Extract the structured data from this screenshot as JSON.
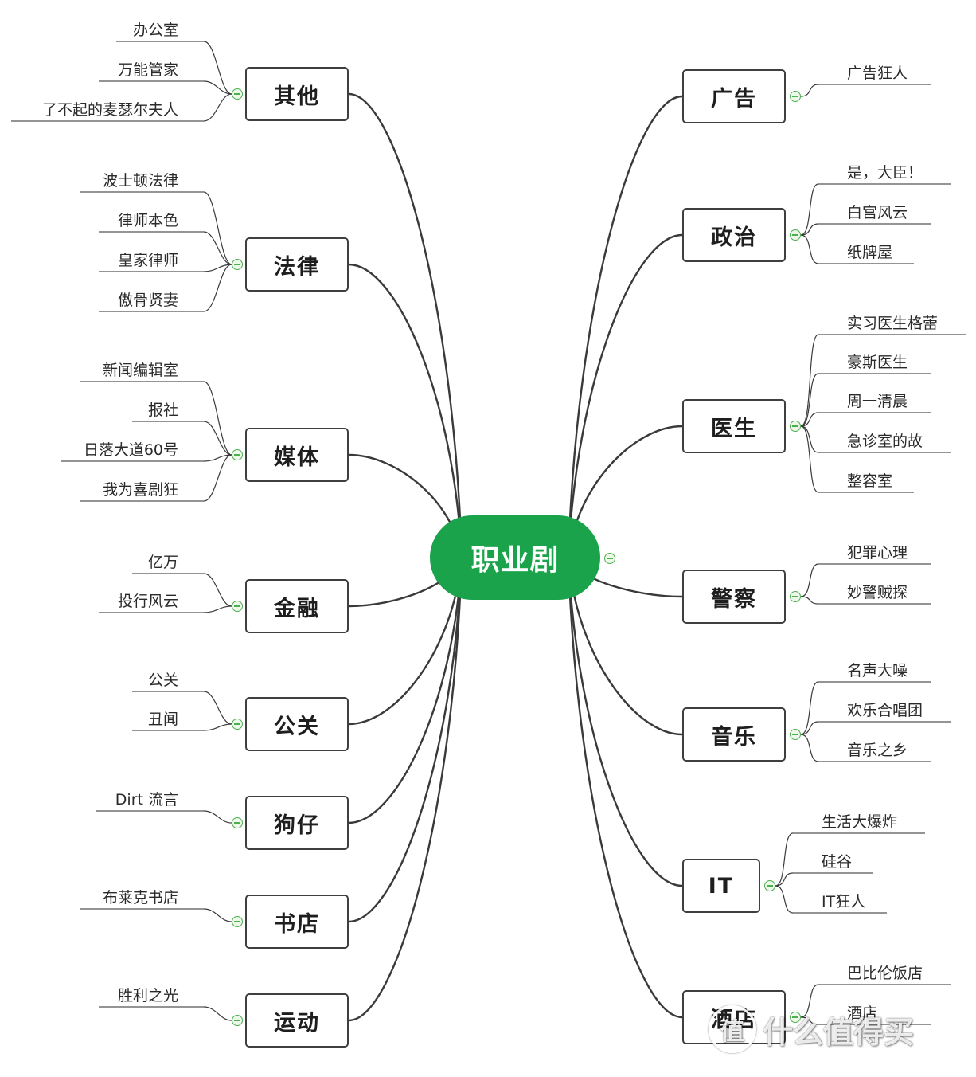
{
  "mindmap": {
    "center": "职业剧",
    "left": [
      {
        "label": "其他",
        "leaves": [
          "办公室",
          "万能管家",
          "了不起的麦瑟尔夫人"
        ]
      },
      {
        "label": "法律",
        "leaves": [
          "波士顿法律",
          "律师本色",
          "皇家律师",
          "傲骨贤妻"
        ]
      },
      {
        "label": "媒体",
        "leaves": [
          "新闻编辑室",
          "报社",
          "日落大道60号",
          "我为喜剧狂"
        ]
      },
      {
        "label": "金融",
        "leaves": [
          "亿万",
          "投行风云"
        ]
      },
      {
        "label": "公关",
        "leaves": [
          "公关",
          "丑闻"
        ]
      },
      {
        "label": "狗仔",
        "leaves": [
          "Dirt 流言"
        ]
      },
      {
        "label": "书店",
        "leaves": [
          "布莱克书店"
        ]
      },
      {
        "label": "运动",
        "leaves": [
          "胜利之光"
        ]
      }
    ],
    "right": [
      {
        "label": "广告",
        "leaves": [
          "广告狂人"
        ]
      },
      {
        "label": "政治",
        "leaves": [
          "是，大臣！",
          "白宫风云",
          "纸牌屋"
        ]
      },
      {
        "label": "医生",
        "leaves": [
          "实习医生格蕾",
          "豪斯医生",
          "周一清晨",
          "急诊室的故",
          "整容室"
        ]
      },
      {
        "label": "警察",
        "leaves": [
          "犯罪心理",
          "妙警贼探"
        ]
      },
      {
        "label": "音乐",
        "leaves": [
          "名声大噪",
          "欢乐合唱团",
          "音乐之乡"
        ]
      },
      {
        "label": "IT",
        "leaves": [
          "生活大爆炸",
          "硅谷",
          "IT狂人"
        ]
      },
      {
        "label": "酒店",
        "leaves": [
          "巴比伦饭店",
          "酒店"
        ]
      }
    ]
  },
  "watermark": {
    "text": "什么值得买",
    "icon": "值"
  },
  "colors": {
    "center": "#1aa34a",
    "line": "#3a3a3a",
    "node_border": "#3f3f3f",
    "collapse": "#4caf50"
  }
}
